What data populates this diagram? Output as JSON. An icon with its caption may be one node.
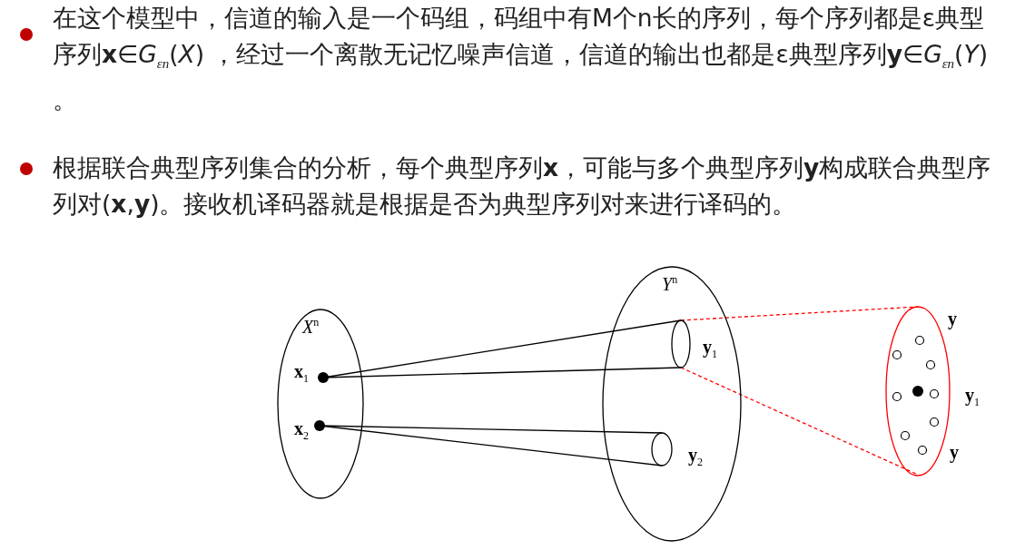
{
  "diagram": {
    "nodes": [
      {
        "text": [
          "*X*$^{n}$"
        ]
      },
      {
        "text": [
          "**x**$_{1}$"
        ],
        "in": 0
      },
      {
        "text": [
          "**x**$_{2}$"
        ],
        "in": 0
      },
      {
        "text": [
          "*Y*$^{n}$"
        ]
      },
      {
        "text": [
          "**y**$_{1}$"
        ],
        "in": 3
      },
      {
        "text": [
          "**y**$_{2}$"
        ],
        "in": 3
      },
      {
        "text": [],
        "shape": "ellipse",
        "beside": [
          "**y**",
          "**y**$_{1}$",
          "**y**"
        ]
      }
    ],
    "edges": [
      {
        "from": 1,
        "to": 4,
        "arrow": "none"
      },
      {
        "from": 1,
        "to": 4,
        "arrow": "none"
      },
      {
        "from": 2,
        "to": 5,
        "arrow": "none"
      },
      {
        "from": 2,
        "to": 5,
        "arrow": "none"
      },
      {
        "from": 4,
        "to": 6,
        "arrow": "none",
        "style": "dashed",
        "color": "#ff0000"
      },
      {
        "from": 4,
        "to": 6,
        "arrow": "none",
        "style": "dashed",
        "color": "#ff0000"
      }
    ],
    "labels": [
      "在这个模型中，信道的输入是一个码组，码组中有M个n长的序列，每个序列都是ε典型序列**x**∈*G*$_{εn}$(*X*) ，经过一个离散无记忆噪声信道，信道的输出也都是ε典型序列**y**∈*G*$_{εn}$(*Y*) 。",
      "根据联合典型序列集合的分析，每个典型序列**x**，可能与多个典型序列**y**构成联合典型序列对(**x**,**y**)。接收机译码器就是根据是否为典型序列对来进行译码的。"
    ]
  }
}
